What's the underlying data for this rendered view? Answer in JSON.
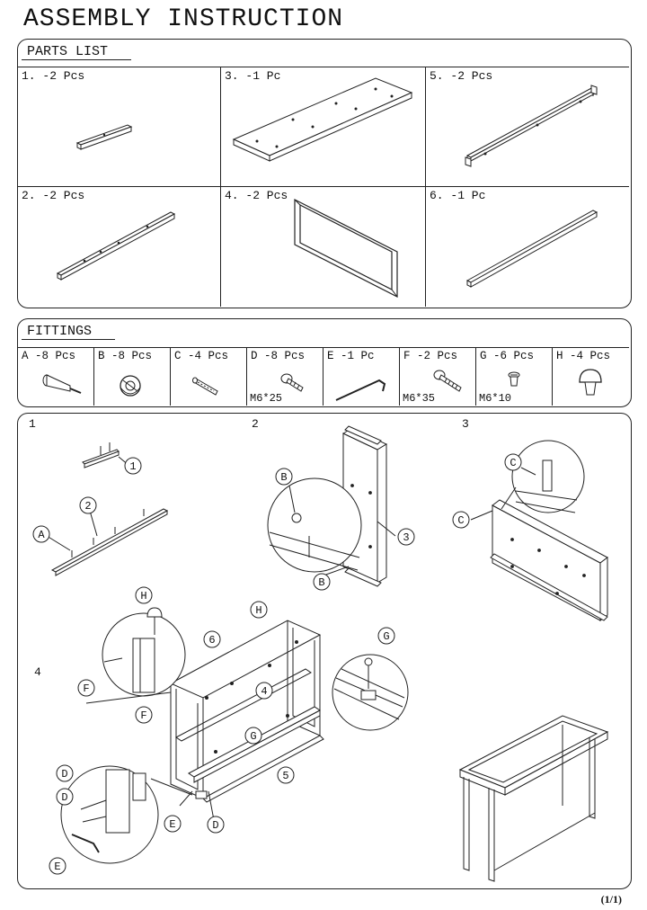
{
  "title": "ASSEMBLY INSTRUCTION",
  "parts_list": {
    "label": "PARTS LIST",
    "items": [
      {
        "label": "1. -2 Pcs",
        "icon": "short-rail-icon"
      },
      {
        "label": "3. -1 Pc",
        "icon": "back-panel-icon"
      },
      {
        "label": "5. -2 Pcs",
        "icon": "bracket-rail-icon"
      },
      {
        "label": "2. -2 Pcs",
        "icon": "long-rail-icon"
      },
      {
        "label": "4. -2 Pcs",
        "icon": "side-frame-icon"
      },
      {
        "label": "6. -1 Pc",
        "icon": "cross-bar-icon"
      }
    ]
  },
  "fittings": {
    "label": "FITTINGS",
    "items": [
      {
        "label": "A -8 Pcs",
        "spec": "",
        "icon": "dowel-bolt-icon"
      },
      {
        "label": "B -8 Pcs",
        "spec": "",
        "icon": "cam-lock-icon"
      },
      {
        "label": "C -4 Pcs",
        "spec": "",
        "icon": "wood-dowel-icon"
      },
      {
        "label": "D -8 Pcs",
        "spec": "M6*25",
        "icon": "bolt-icon"
      },
      {
        "label": "E -1 Pc",
        "spec": "",
        "icon": "allen-key-icon"
      },
      {
        "label": "F -2 Pcs",
        "spec": "M6*35",
        "icon": "bolt-icon"
      },
      {
        "label": "G -6 Pcs",
        "spec": "M6*10",
        "icon": "short-screw-icon"
      },
      {
        "label": "H -4 Pcs",
        "spec": "",
        "icon": "leveling-foot-icon"
      }
    ]
  },
  "steps": {
    "step1": "1",
    "step2": "2",
    "step3": "3",
    "step4": "4"
  },
  "callouts": {
    "one": "1",
    "two": "2",
    "three": "3",
    "four": "4",
    "five": "5",
    "six": "6",
    "a": "A",
    "b": "B",
    "c": "C",
    "d": "D",
    "e": "E",
    "f": "F",
    "g": "G",
    "h": "H"
  },
  "page_number": "(1/1)"
}
